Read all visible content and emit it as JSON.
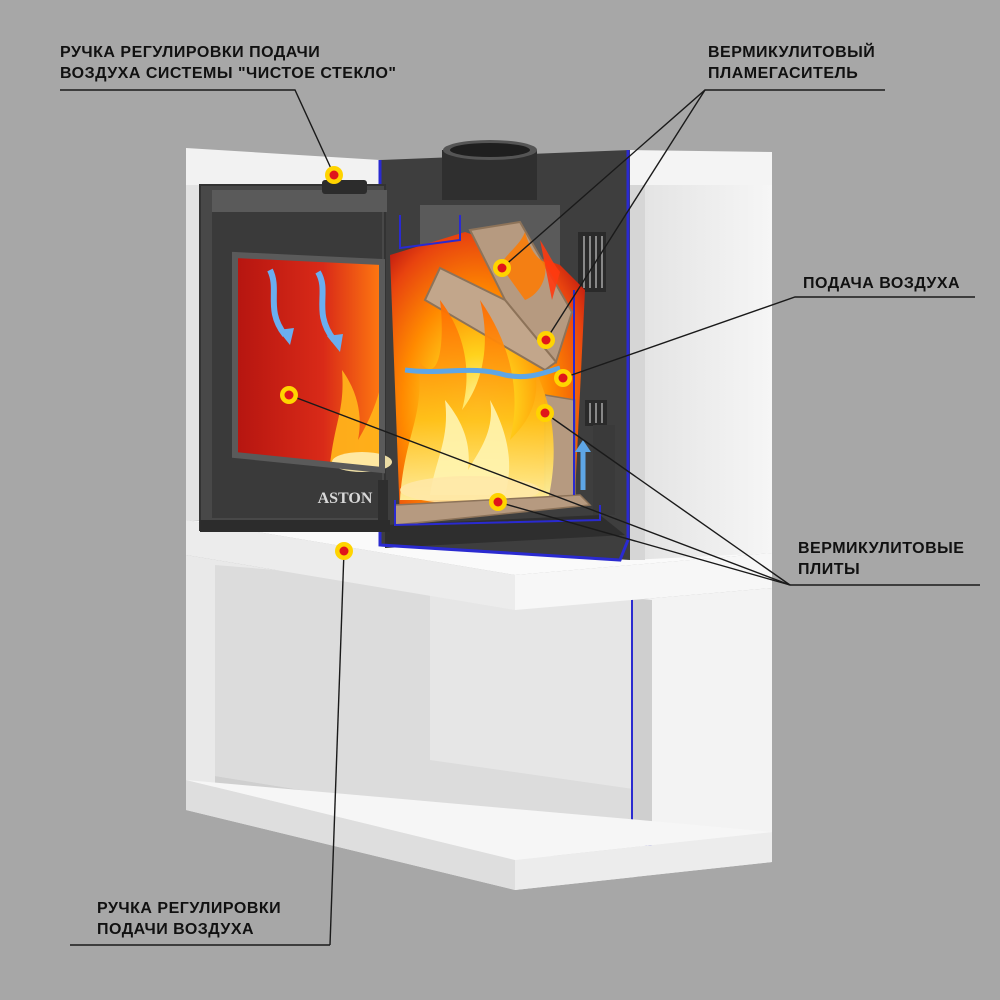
{
  "brand": "ASTON",
  "labels": {
    "clean_glass_air_knob": {
      "line1": "РУЧКА РЕГУЛИРОВКИ ПОДАЧИ",
      "line2": "ВОЗДУХА СИСТЕМЫ \"ЧИСТОЕ СТЕКЛО\""
    },
    "vermiculite_flame_arrester": {
      "line1": "ВЕРМИКУЛИТОВЫЙ",
      "line2": "ПЛАМЕГАСИТЕЛЬ"
    },
    "air_supply": {
      "line1": "ПОДАЧА ВОЗДУХА"
    },
    "vermiculite_plates": {
      "line1": "ВЕРМИКУЛИТОВЫЕ",
      "line2": "ПЛИТЫ"
    },
    "air_knob": {
      "line1": "РУЧКА РЕГУЛИРОВКИ",
      "line2": "ПОДАЧИ ВОЗДУХА"
    }
  },
  "colors": {
    "background": "#a7a7a7",
    "cladding": "#f1f1f1",
    "steel": "#4a4a4a",
    "firebox_red": "#d62015",
    "flame_orange": "#ff8a00",
    "flame_yellow": "#ffd21c",
    "vermiculite": "#b69a80",
    "marker_ring": "#ffd400",
    "marker_core": "#e0151b",
    "section_outline": "#2a2ad0",
    "air_arrow": "#5ea6e6",
    "leader_line": "#1a1a1a"
  }
}
